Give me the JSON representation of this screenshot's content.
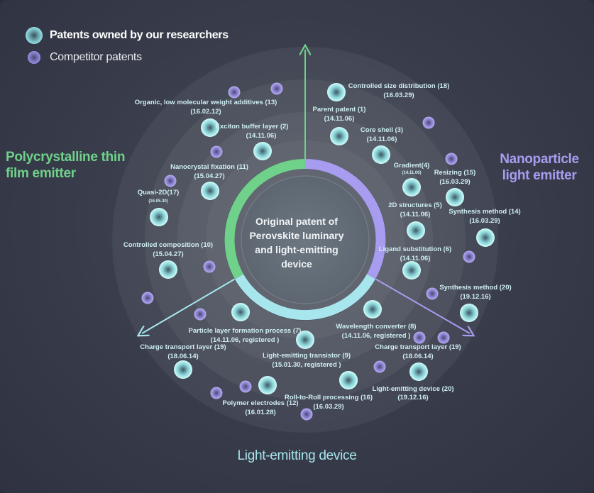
{
  "legend": {
    "own_label": "Patents owned by our researchers",
    "competitor_label": "Competitor patents"
  },
  "categories": {
    "left": "Polycrystalline thin film emitter",
    "right": "Nanoparticle light emitter",
    "bottom": "Light-emitting device"
  },
  "center": {
    "text": "Original patent of Perovskite luminary and light-emitting device"
  },
  "colors": {
    "own": "#a8eef0",
    "competitor": "#9d94e6",
    "left_branch": "#6fd18a",
    "right_branch": "#a89cf0",
    "bottom_branch": "#a8e6ee"
  },
  "patents": [
    {
      "id": "p13",
      "name": "Organic, low molecular weight additives (13)",
      "date": "(16.02.12)",
      "branch": "left",
      "type": "own"
    },
    {
      "id": "p2",
      "name": "Exciton buffer layer (2)",
      "date": "(14.11.06)",
      "branch": "left",
      "type": "own"
    },
    {
      "id": "p11",
      "name": "Nanocrystal fixation (11)",
      "date": "(15.04.27)",
      "branch": "left",
      "type": "own"
    },
    {
      "id": "p17",
      "name": "Quasi-2D(17)",
      "date": "(16.05.30)",
      "branch": "left",
      "type": "own"
    },
    {
      "id": "p10",
      "name": "Controlled composition (10)",
      "date": "(15.04.27)",
      "branch": "left",
      "type": "own"
    },
    {
      "id": "p18",
      "name": "Controlled size distribution (18)",
      "date": "(16.03.29)",
      "branch": "right",
      "type": "own"
    },
    {
      "id": "p1",
      "name": "Parent patent (1)",
      "date": "(14.11.06)",
      "branch": "right",
      "type": "own"
    },
    {
      "id": "p3",
      "name": "Core shell (3)",
      "date": "(14.11.06)",
      "branch": "right",
      "type": "own"
    },
    {
      "id": "p4",
      "name": "Gradient(4)",
      "date": "(14.11.06)",
      "branch": "right",
      "type": "own"
    },
    {
      "id": "p15",
      "name": "Resizing (15)",
      "date": "(16.03.29)",
      "branch": "right",
      "type": "own"
    },
    {
      "id": "p5",
      "name": "2D structures (5)",
      "date": "(14.11.06)",
      "branch": "right",
      "type": "own"
    },
    {
      "id": "p14",
      "name": "Synthesis method (14)",
      "date": "(16.03.29)",
      "branch": "right",
      "type": "own"
    },
    {
      "id": "p6",
      "name": "Ligand substitution (6)",
      "date": "(14.11.06)",
      "branch": "right",
      "type": "own"
    },
    {
      "id": "p20a",
      "name": "Synthesis method (20)",
      "date": "(19.12.16)",
      "branch": "right",
      "type": "own"
    },
    {
      "id": "p7",
      "name": "Particle layer formation process (7)",
      "date": "(14.11.06, registered )",
      "branch": "bottom",
      "type": "own"
    },
    {
      "id": "p8",
      "name": "Wavelength converter (8)",
      "date": "(14.11.06, registered )",
      "branch": "bottom",
      "type": "own"
    },
    {
      "id": "p19a",
      "name": "Charge transport layer (19)",
      "date": "(18.06.14)",
      "branch": "bottom",
      "type": "own"
    },
    {
      "id": "p9",
      "name": "Light-emitting transistor (9)",
      "date": "(15.01.30, registered )",
      "branch": "bottom",
      "type": "own"
    },
    {
      "id": "p19b",
      "name": "Charge transport layer (19)",
      "date": "(18.06.14)",
      "branch": "bottom",
      "type": "own"
    },
    {
      "id": "p12",
      "name": "Polymer electrodes (12)",
      "date": "(16.01.28)",
      "branch": "bottom",
      "type": "own"
    },
    {
      "id": "p16",
      "name": "Roll-to-Roll processing (16)",
      "date": "(16.03.29)",
      "branch": "bottom",
      "type": "own"
    },
    {
      "id": "p20b",
      "name": "Light-emitting device (20)",
      "date": "(19.12.16)",
      "branch": "bottom",
      "type": "own"
    }
  ]
}
